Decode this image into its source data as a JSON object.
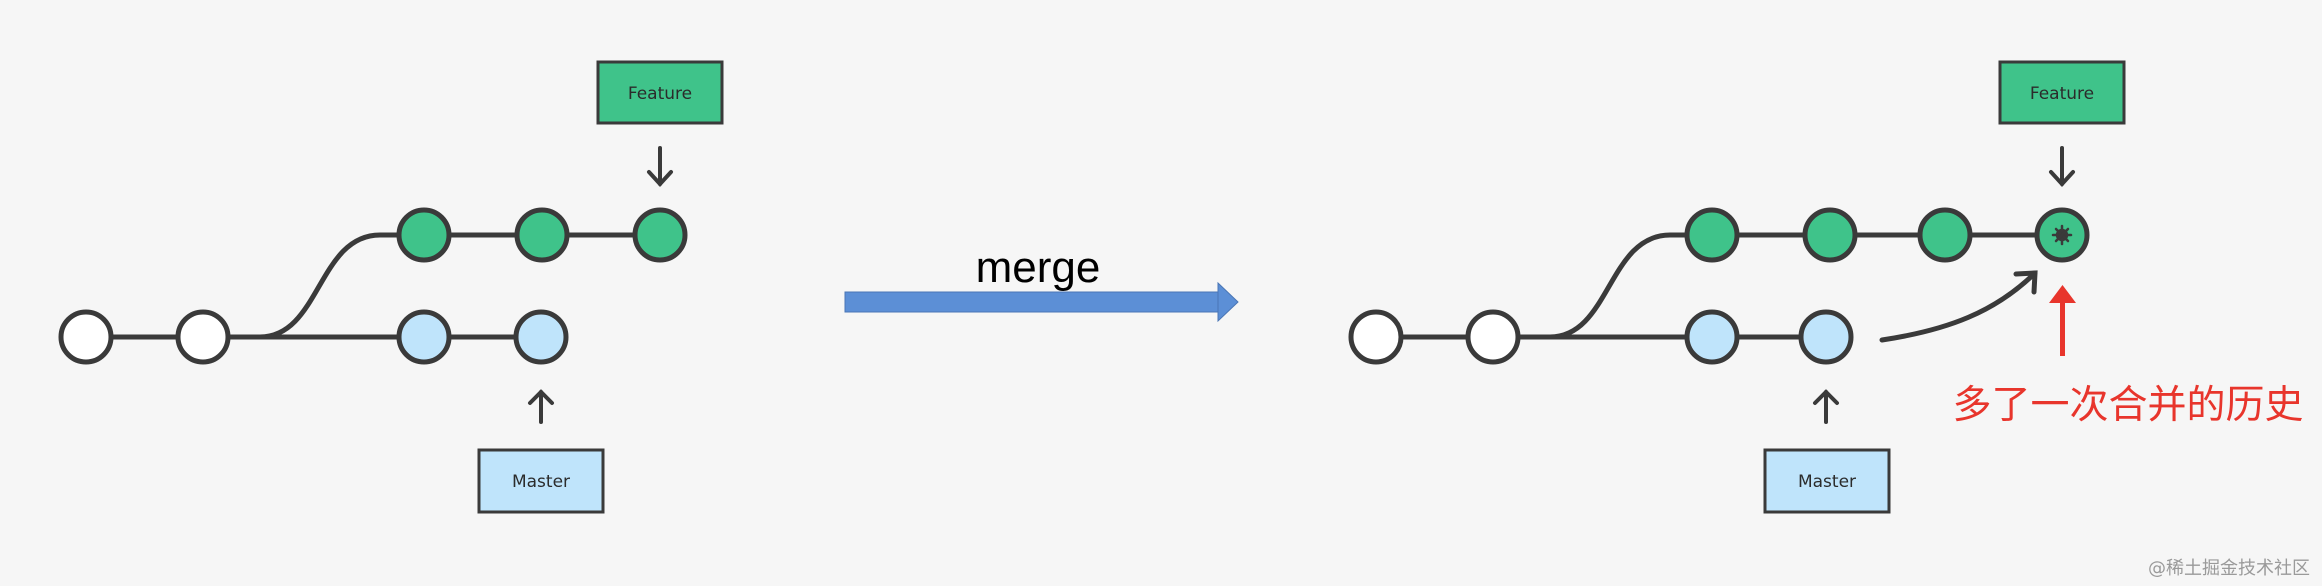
{
  "colors": {
    "background": "#f6f6f6",
    "feature_fill": "#3fc38a",
    "master_fill": "#bfe4fb",
    "initial_fill": "#ffffff",
    "stroke": "#3a3a3a",
    "arrow_blue": "#5c8fd6",
    "annotation_red": "#e8352c"
  },
  "left_graph": {
    "feature_label": "Feature",
    "master_label": "Master"
  },
  "merge_arrow": {
    "label": "merge"
  },
  "right_graph": {
    "feature_label": "Feature",
    "master_label": "Master",
    "annotation": "多了一次合并的历史",
    "merge_commit_icon": "asterisk-icon"
  },
  "watermark": "@稀土掘金技术社区"
}
